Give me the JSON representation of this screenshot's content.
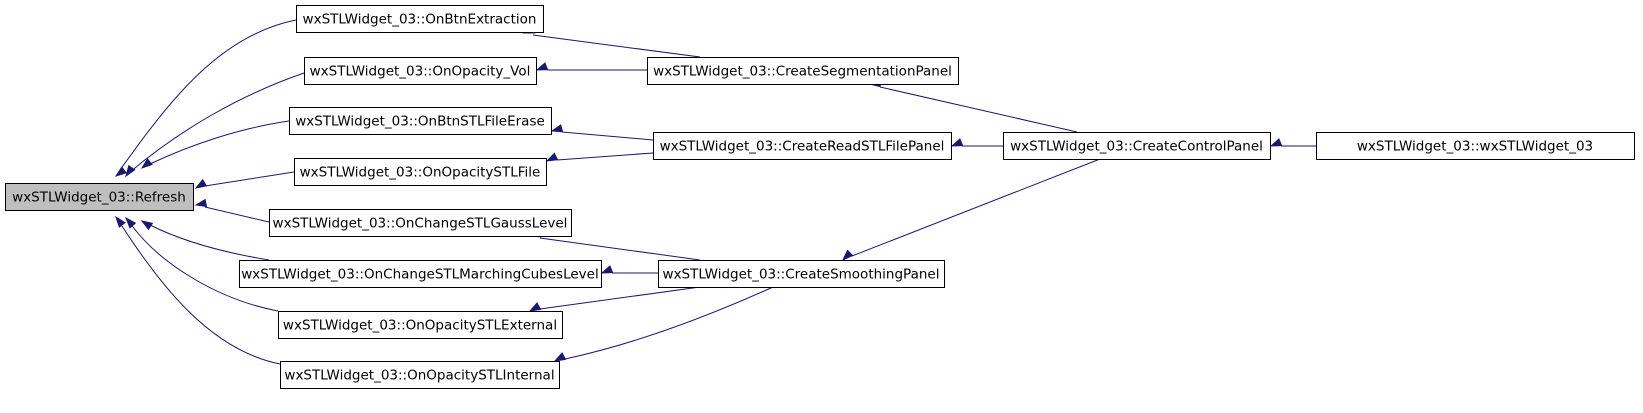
{
  "diagram": {
    "type": "call-graph",
    "colors": {
      "edge": "#191970",
      "root_fill": "#bfbfbf",
      "node_fill": "#ffffff",
      "node_border": "#000000"
    },
    "nodes": [
      {
        "id": "refresh",
        "label": "wxSTLWidget_03::Refresh",
        "highlighted": true
      },
      {
        "id": "btn-extraction",
        "label": "wxSTLWidget_03::OnBtnExtraction"
      },
      {
        "id": "opacity-vol",
        "label": "wxSTLWidget_03::OnOpacity_Vol"
      },
      {
        "id": "btn-stl-file-erase",
        "label": "wxSTLWidget_03::OnBtnSTLFileErase"
      },
      {
        "id": "opacity-stl-file",
        "label": "wxSTLWidget_03::OnOpacitySTLFile"
      },
      {
        "id": "change-gauss-level",
        "label": "wxSTLWidget_03::OnChangeSTLGaussLevel"
      },
      {
        "id": "change-marching-cubes",
        "label": "wxSTLWidget_03::OnChangeSTLMarchingCubesLevel"
      },
      {
        "id": "opacity-stl-external",
        "label": "wxSTLWidget_03::OnOpacitySTLExternal"
      },
      {
        "id": "opacity-stl-internal",
        "label": "wxSTLWidget_03::OnOpacitySTLInternal"
      },
      {
        "id": "create-segmentation-panel",
        "label": "wxSTLWidget_03::CreateSegmentationPanel"
      },
      {
        "id": "create-read-stl-file-panel",
        "label": "wxSTLWidget_03::CreateReadSTLFilePanel"
      },
      {
        "id": "create-smoothing-panel",
        "label": "wxSTLWidget_03::CreateSmoothingPanel"
      },
      {
        "id": "create-control-panel",
        "label": "wxSTLWidget_03::CreateControlPanel"
      },
      {
        "id": "constructor",
        "label": "wxSTLWidget_03::wxSTLWidget_03"
      }
    ],
    "edges": [
      {
        "from": "btn-extraction",
        "to": "refresh"
      },
      {
        "from": "opacity-vol",
        "to": "refresh"
      },
      {
        "from": "btn-stl-file-erase",
        "to": "refresh"
      },
      {
        "from": "opacity-stl-file",
        "to": "refresh"
      },
      {
        "from": "change-gauss-level",
        "to": "refresh"
      },
      {
        "from": "change-marching-cubes",
        "to": "refresh"
      },
      {
        "from": "opacity-stl-external",
        "to": "refresh"
      },
      {
        "from": "opacity-stl-internal",
        "to": "refresh"
      },
      {
        "from": "create-segmentation-panel",
        "to": "btn-extraction"
      },
      {
        "from": "create-segmentation-panel",
        "to": "opacity-vol"
      },
      {
        "from": "create-read-stl-file-panel",
        "to": "btn-stl-file-erase"
      },
      {
        "from": "create-read-stl-file-panel",
        "to": "opacity-stl-file"
      },
      {
        "from": "create-smoothing-panel",
        "to": "change-gauss-level"
      },
      {
        "from": "create-smoothing-panel",
        "to": "change-marching-cubes"
      },
      {
        "from": "create-smoothing-panel",
        "to": "opacity-stl-external"
      },
      {
        "from": "create-smoothing-panel",
        "to": "opacity-stl-internal"
      },
      {
        "from": "create-control-panel",
        "to": "create-segmentation-panel"
      },
      {
        "from": "create-control-panel",
        "to": "create-read-stl-file-panel"
      },
      {
        "from": "create-control-panel",
        "to": "create-smoothing-panel"
      },
      {
        "from": "constructor",
        "to": "create-control-panel"
      }
    ]
  }
}
